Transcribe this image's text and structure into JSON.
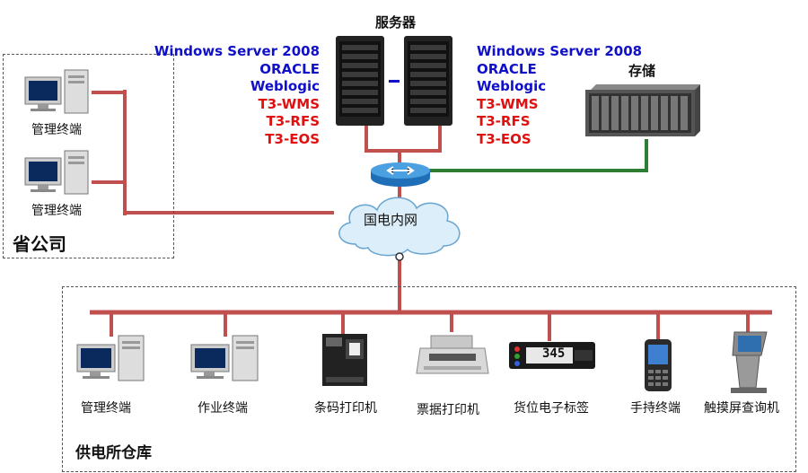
{
  "servers": {
    "title": "服务器",
    "left_stack": [
      "Windows Server 2008",
      "ORACLE",
      "Weblogic"
    ],
    "left_apps": [
      "T3-WMS",
      "T3-RFS",
      "T3-EOS"
    ],
    "right_stack": [
      "Windows Server 2008",
      "ORACLE",
      "Weblogic"
    ],
    "right_apps": [
      "T3-WMS",
      "T3-RFS",
      "T3-EOS"
    ]
  },
  "storage": {
    "label": "存储"
  },
  "network": {
    "label": "国电内网"
  },
  "province": {
    "title": "省公司",
    "terminals": [
      "管理终端",
      "管理终端"
    ]
  },
  "warehouse": {
    "title": "供电所仓库",
    "devices": [
      "管理终端",
      "作业终端",
      "条码打印机",
      "票据打印机",
      "货位电子标签",
      "手持终端",
      "触摸屏查询机"
    ],
    "tag_display": "345"
  },
  "colors": {
    "link": "#c0504d",
    "storage_link": "#2e7d32",
    "stack_text": "#1010c8",
    "app_text": "#e01010"
  }
}
